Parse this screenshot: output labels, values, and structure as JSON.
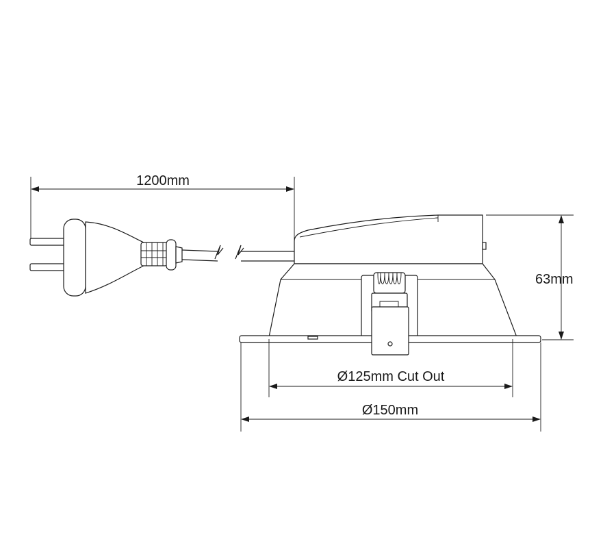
{
  "dimensions": {
    "cable_length": "1200mm",
    "height": "63mm",
    "cut_out": "Ø125mm Cut Out",
    "diameter": "Ø150mm"
  }
}
